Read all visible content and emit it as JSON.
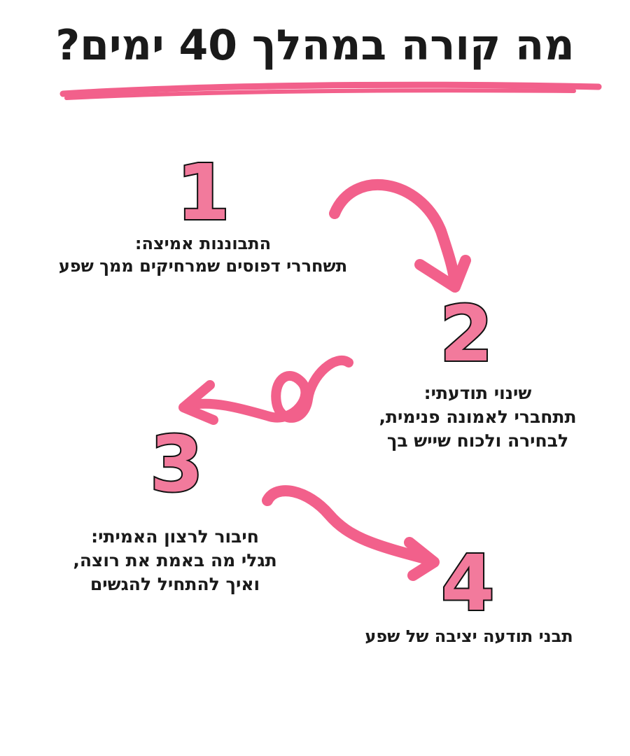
{
  "title": "מה קורה במהלך 40 ימים?",
  "accent_color": "#f2608b",
  "steps": [
    {
      "number": "1",
      "heading": "התבוננות אמיצה:",
      "lines": [
        "תשחררי דפוסים שמרחיקים ממך שפע"
      ]
    },
    {
      "number": "2",
      "heading": "שינוי תודעתי:",
      "lines": [
        "תתחברי לאמונה פנימית,",
        "לבחירה ולכוח שייש בך"
      ]
    },
    {
      "number": "3",
      "heading": "חיבור לרצון האמיתי:",
      "lines": [
        "תגלי מה באמת את רוצה,",
        "ואיך להתחיל להגשים"
      ]
    },
    {
      "number": "4",
      "heading": "",
      "lines": [
        "תבני תודעה יציבה של שפע"
      ]
    }
  ]
}
